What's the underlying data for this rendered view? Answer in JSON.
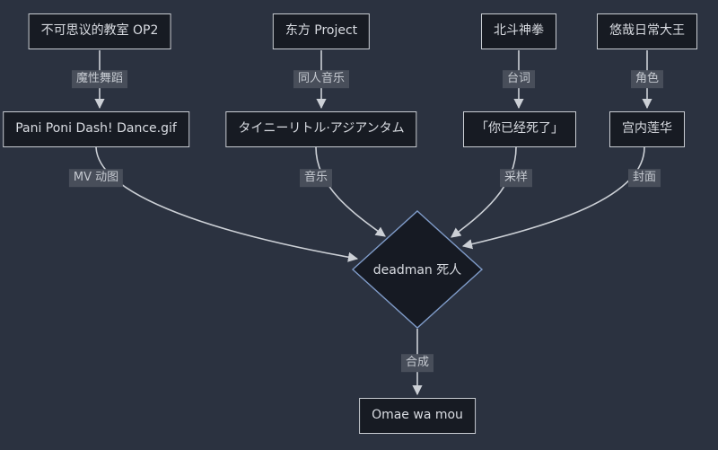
{
  "diagram": {
    "type": "flowchart",
    "direction": "top-down",
    "chains": [
      {
        "source": "不可思议的教室 OP2",
        "edge1_label": "魔性舞蹈",
        "intermediate": "Pani Poni Dash! Dance.gif",
        "edge2_label": "MV 动图"
      },
      {
        "source": "东方 Project",
        "edge1_label": "同人音乐",
        "intermediate": "タイニーリトル·アジアンタム",
        "edge2_label": "音乐"
      },
      {
        "source": "北斗神拳",
        "edge1_label": "台词",
        "intermediate": "「你已经死了」",
        "edge2_label": "采样"
      },
      {
        "source": "悠哉日常大王",
        "edge1_label": "角色",
        "intermediate": "宫内莲华",
        "edge2_label": "封面"
      }
    ],
    "center_node": "deadman 死人",
    "final_edge_label": "合成",
    "final_node": "Omae wa mou",
    "colors": {
      "background": "#2b3240",
      "node_fill": "#171b23",
      "node_border": "#c8ccd2",
      "diamond_border": "#7f9bc8",
      "edge_label_bg": "#484e5a",
      "edge_color": "#ccd0d6",
      "text": "#d9dce2"
    }
  }
}
